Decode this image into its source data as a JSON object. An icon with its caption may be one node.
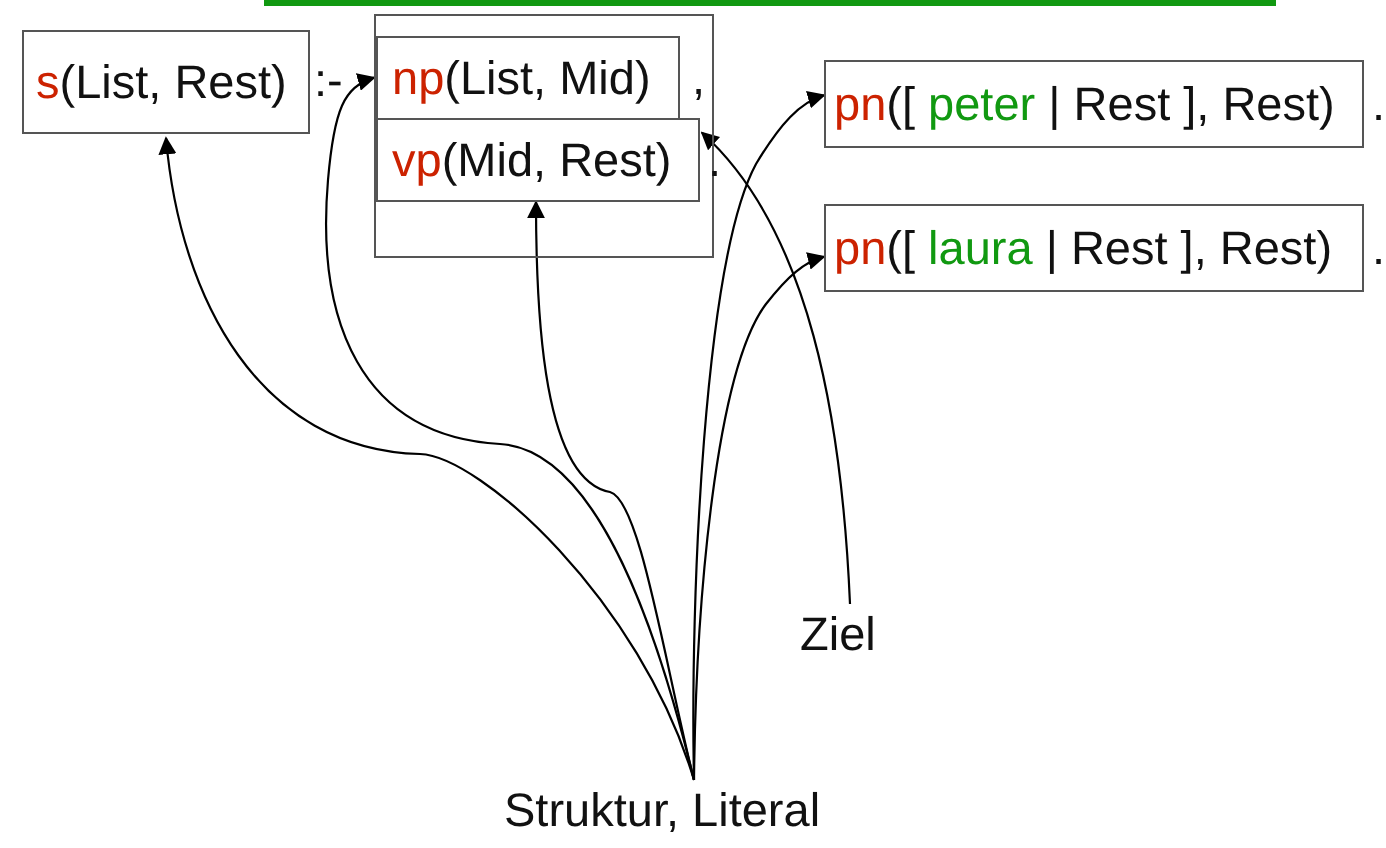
{
  "diagram": {
    "nodes": [
      {
        "text": [
          "s(List, Rest)"
        ],
        "beside": [
          ":-"
        ]
      },
      {
        "text": [],
        "shape": "box"
      },
      {
        "text": [
          "np(List, Mid)"
        ],
        "in": 1,
        "beside": [
          ","
        ]
      },
      {
        "text": [
          "vp(Mid, Rest)"
        ],
        "in": 1,
        "beside": [
          "."
        ]
      },
      {
        "text": [
          "pn([ peter | Rest ], Rest)"
        ],
        "beside": [
          "."
        ]
      },
      {
        "text": [
          "pn([ laura | Rest ], Rest)"
        ],
        "beside": [
          "."
        ]
      },
      {
        "text": [
          "Ziel"
        ]
      },
      {
        "text": [
          "Struktur, Literal"
        ]
      }
    ],
    "edges": [
      {
        "from": 7,
        "to": 0,
        "arrow": "to"
      },
      {
        "from": 7,
        "to": 2,
        "arrow": "to"
      },
      {
        "from": 7,
        "to": 3,
        "arrow": "to"
      },
      {
        "from": 7,
        "to": 4,
        "arrow": "to"
      },
      {
        "from": 7,
        "to": 5,
        "arrow": "to"
      },
      {
        "from": 6,
        "to": 3,
        "arrow": "to"
      }
    ]
  }
}
